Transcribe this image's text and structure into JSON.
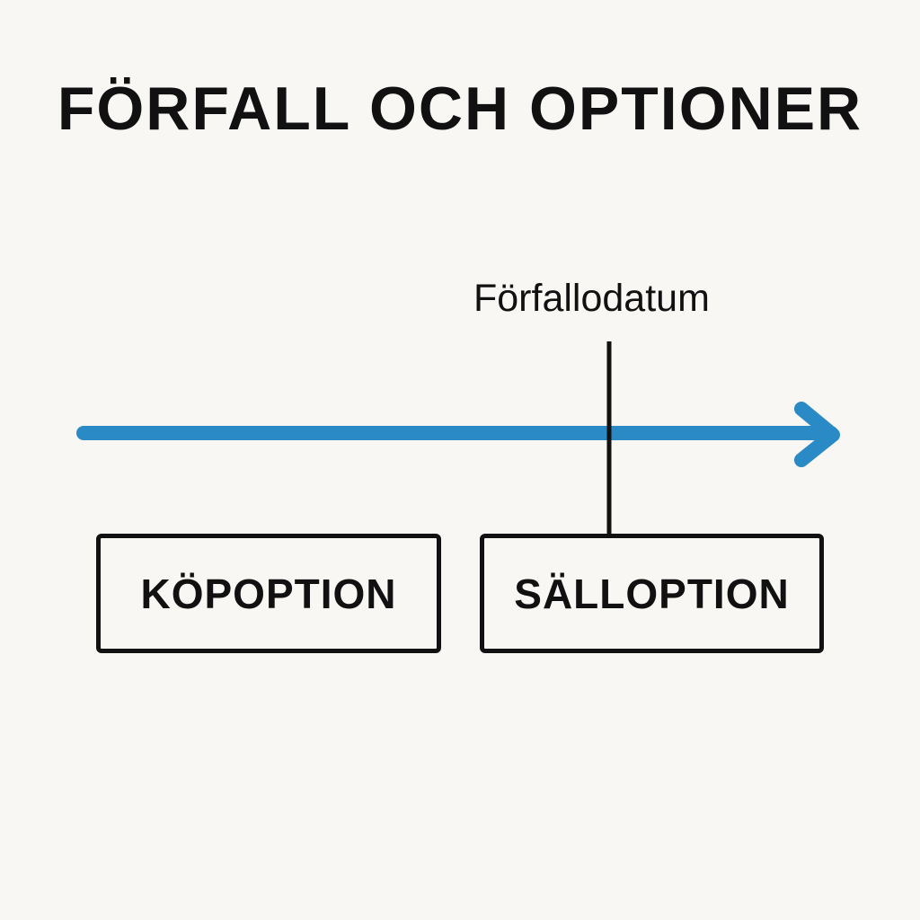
{
  "title": "FÖRFALL OCH OPTIONER",
  "timeline": {
    "color": "#2a8ac6",
    "marker_label": "Förfallodatum",
    "marker_color": "#111111"
  },
  "boxes": [
    {
      "label": "KÖPOPTION"
    },
    {
      "label": "SÄLLOPTION"
    }
  ]
}
